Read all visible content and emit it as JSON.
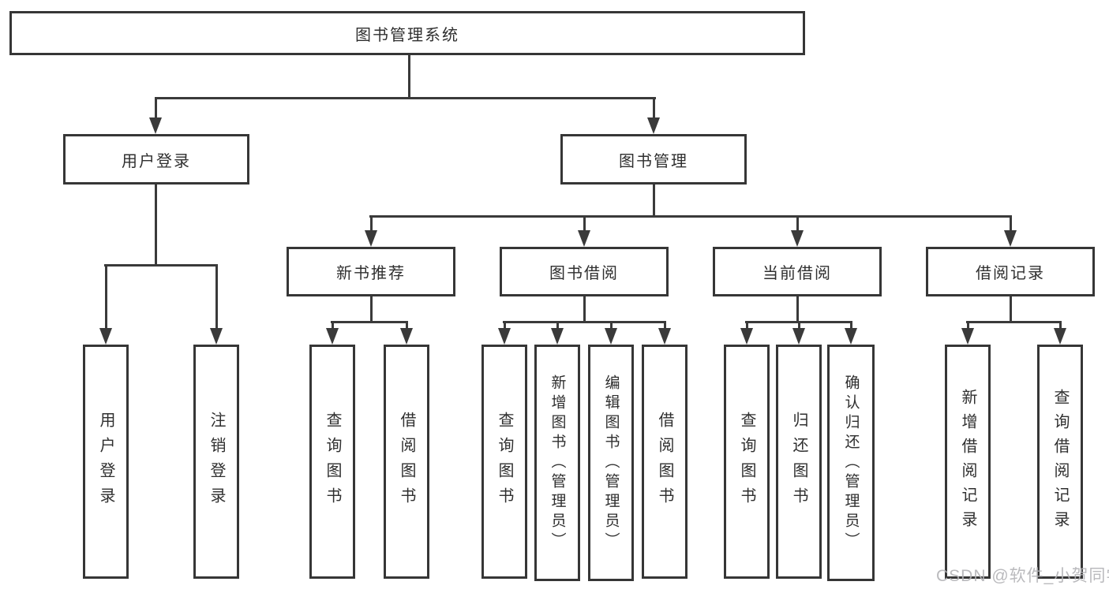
{
  "diagram": {
    "root": {
      "label": "图书管理系统"
    },
    "level2": [
      {
        "id": "user-login",
        "label": "用户登录"
      },
      {
        "id": "book-management",
        "label": "图书管理"
      }
    ],
    "level3": [
      {
        "id": "new-book-recommend",
        "label": "新书推荐",
        "parent": "图书管理"
      },
      {
        "id": "book-borrowing",
        "label": "图书借阅",
        "parent": "图书管理"
      },
      {
        "id": "current-borrowing",
        "label": "当前借阅",
        "parent": "图书管理"
      },
      {
        "id": "borrow-records",
        "label": "借阅记录",
        "parent": "图书管理"
      }
    ],
    "leaves": [
      {
        "id": "user-login-leaf",
        "label": "用户登录",
        "parent": "用户登录"
      },
      {
        "id": "logout",
        "label": "注销登录",
        "parent": "用户登录"
      },
      {
        "id": "query-books-recommend",
        "label": "查询图书",
        "parent": "新书推荐"
      },
      {
        "id": "borrow-books-recommend",
        "label": "借阅图书",
        "parent": "新书推荐"
      },
      {
        "id": "query-books-borrowing",
        "label": "查询图书",
        "parent": "图书借阅"
      },
      {
        "id": "add-books-admin",
        "label": "新增图书（管理员）",
        "parent": "图书借阅"
      },
      {
        "id": "edit-books-admin",
        "label": "编辑图书（管理员）",
        "parent": "图书借阅"
      },
      {
        "id": "borrow-books-borrowing",
        "label": "借阅图书",
        "parent": "图书借阅"
      },
      {
        "id": "query-books-current",
        "label": "查询图书",
        "parent": "当前借阅"
      },
      {
        "id": "return-books",
        "label": "归还图书",
        "parent": "当前借阅"
      },
      {
        "id": "confirm-return-admin",
        "label": "确认归还（管理员）",
        "parent": "当前借阅"
      },
      {
        "id": "add-borrow-record",
        "label": "新增借阅记录",
        "parent": "借阅记录"
      },
      {
        "id": "query-borrow-record",
        "label": "查询借阅记录",
        "parent": "借阅记录"
      }
    ]
  },
  "watermark": {
    "text": "CSDN @软件_小贺同学"
  },
  "colors": {
    "line": "#3a3a3a",
    "box_border": "#363636",
    "text": "#2f2f2f",
    "watermark": "#b3b3b6",
    "background": "#ffffff"
  }
}
